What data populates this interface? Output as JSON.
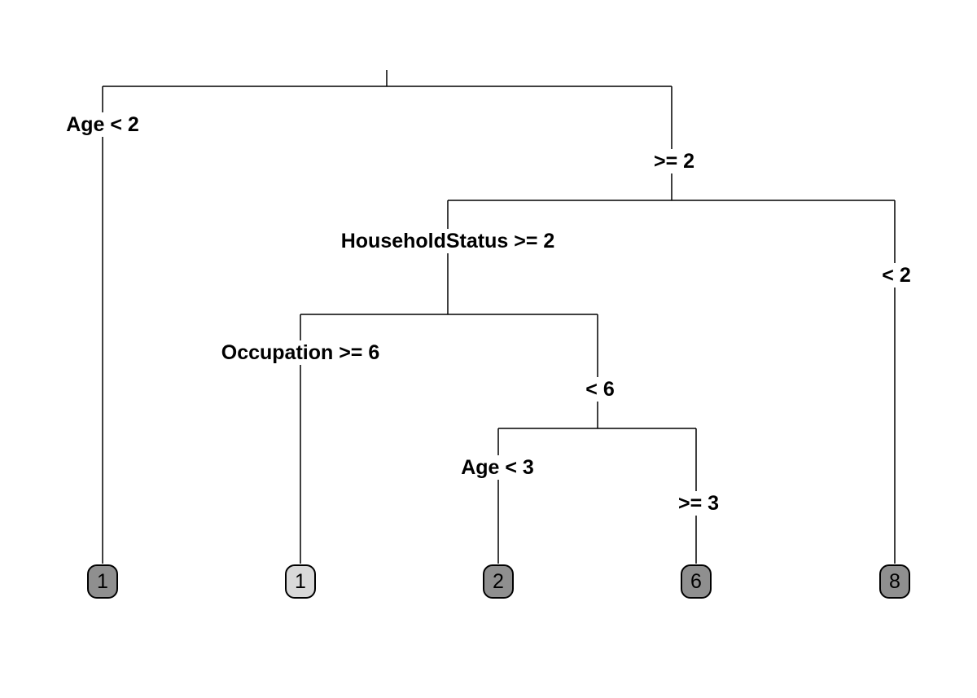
{
  "diagram": {
    "type": "decision-tree",
    "root": {
      "split": "Age < 2",
      "yes": {
        "leaf": "1"
      },
      "no_label": ">= 2",
      "no": {
        "split": "HouseholdStatus >= 2",
        "yes": {
          "split": "Occupation >= 6",
          "yes": {
            "leaf": "1"
          },
          "no_label": "< 6",
          "no": {
            "split": "Age < 3",
            "yes": {
              "leaf": "2"
            },
            "no_label": ">= 3",
            "no": {
              "leaf": "6"
            }
          }
        },
        "no_label": "< 2",
        "no": {
          "leaf": "8"
        }
      }
    }
  },
  "labels": {
    "age_lt_2": "Age < 2",
    "age_ge_2": ">= 2",
    "household_ge_2": "HouseholdStatus >= 2",
    "household_lt_2": "< 2",
    "occupation_ge_6": "Occupation >= 6",
    "occupation_lt_6": "< 6",
    "age_lt_3": "Age < 3",
    "age_ge_3": ">= 3"
  },
  "leaves": [
    {
      "value": "1",
      "fill": "#8f8f8f"
    },
    {
      "value": "1",
      "fill": "#d9d9d9"
    },
    {
      "value": "2",
      "fill": "#8f8f8f"
    },
    {
      "value": "6",
      "fill": "#8f8f8f"
    },
    {
      "value": "8",
      "fill": "#8f8f8f"
    }
  ]
}
